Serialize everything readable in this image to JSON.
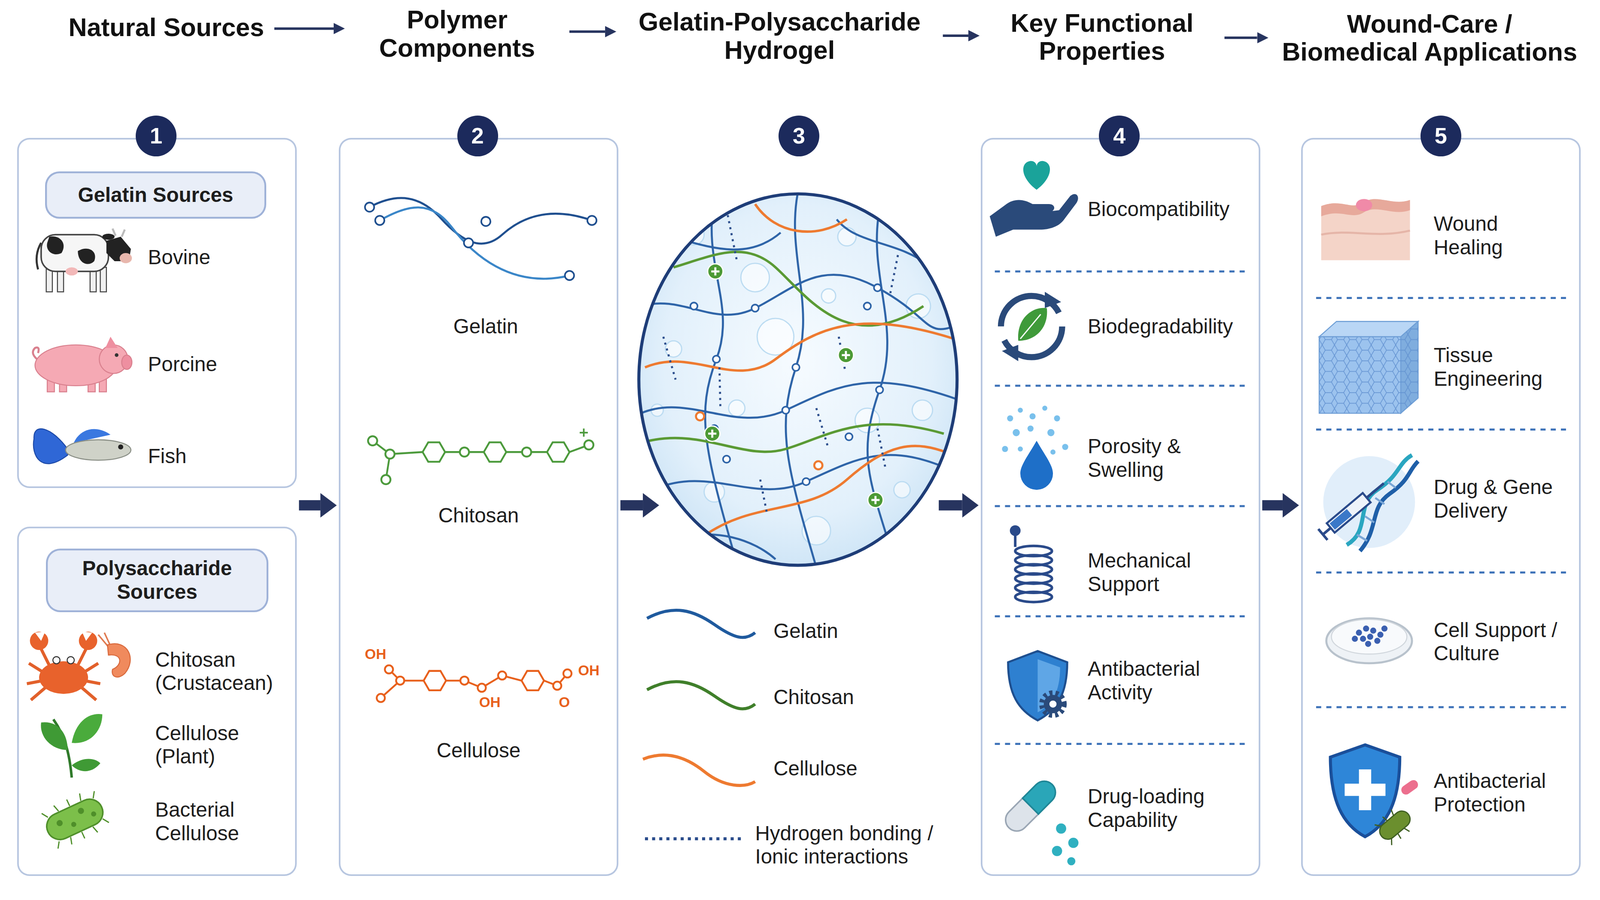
{
  "diagram": {
    "nodes": [
      {
        "text": [
          "Natural Sources"
        ]
      },
      {
        "text": [
          "1"
        ],
        "in": 0
      },
      {
        "text": [
          "Bovine",
          "Porcine",
          "Fish"
        ],
        "in": 0
      },
      {
        "text": [
          "Gelatin Sources"
        ],
        "in": 2
      },
      {
        "text": [
          "Chitosan (Crustacean)",
          "Cellulose (Plant)",
          "Bacterial Cellulose"
        ],
        "in": 0
      },
      {
        "text": [
          "Polysaccharide Sources"
        ],
        "in": 4
      },
      {
        "text": [
          "Polymer Components",
          "Gelatin",
          "Chitosan",
          "Cellulose"
        ]
      },
      {
        "text": [
          "2"
        ],
        "in": 6
      },
      {
        "text": [
          "Gelatin-Polysaccharide Hydrogel"
        ]
      },
      {
        "text": [
          "3"
        ],
        "in": 8
      },
      {
        "text": [
          "Key Functional Properties",
          "Biocompatibility",
          "Biodegradability",
          "Porosity & Swelling",
          "Mechanical Support",
          "Antibacterial Activity",
          "Drug-loading Capability"
        ]
      },
      {
        "text": [
          "4"
        ],
        "in": 10
      },
      {
        "text": [
          "Wound-Care / Biomedical Applications",
          "Wound Healing",
          "Tissue Engineering",
          "Drug & Gene Delivery",
          "Cell Support / Culture",
          "Antibacterial Protection"
        ]
      },
      {
        "text": [
          "5"
        ],
        "in": 12
      }
    ],
    "edges": [
      {
        "from": 0,
        "to": 6,
        "arrow": "to"
      },
      {
        "from": 6,
        "to": 8,
        "arrow": "to"
      },
      {
        "from": 8,
        "to": 10,
        "arrow": "to"
      },
      {
        "from": 10,
        "to": 12,
        "arrow": "to"
      },
      {
        "from": 0,
        "to": 6,
        "arrow": "to"
      },
      {
        "from": 6,
        "to": 8,
        "arrow": "to"
      },
      {
        "from": 8,
        "to": 10,
        "arrow": "to"
      },
      {
        "from": 10,
        "to": 12,
        "arrow": "to"
      }
    ],
    "labels": [
      "OH",
      "OH",
      "OH",
      "O"
    ],
    "legend": [
      {
        "text": "Gelatin"
      },
      {
        "text": "Chitosan"
      },
      {
        "text": "Cellulose"
      },
      {
        "text": "Hydrogen bonding / Ionic interactions"
      }
    ]
  }
}
